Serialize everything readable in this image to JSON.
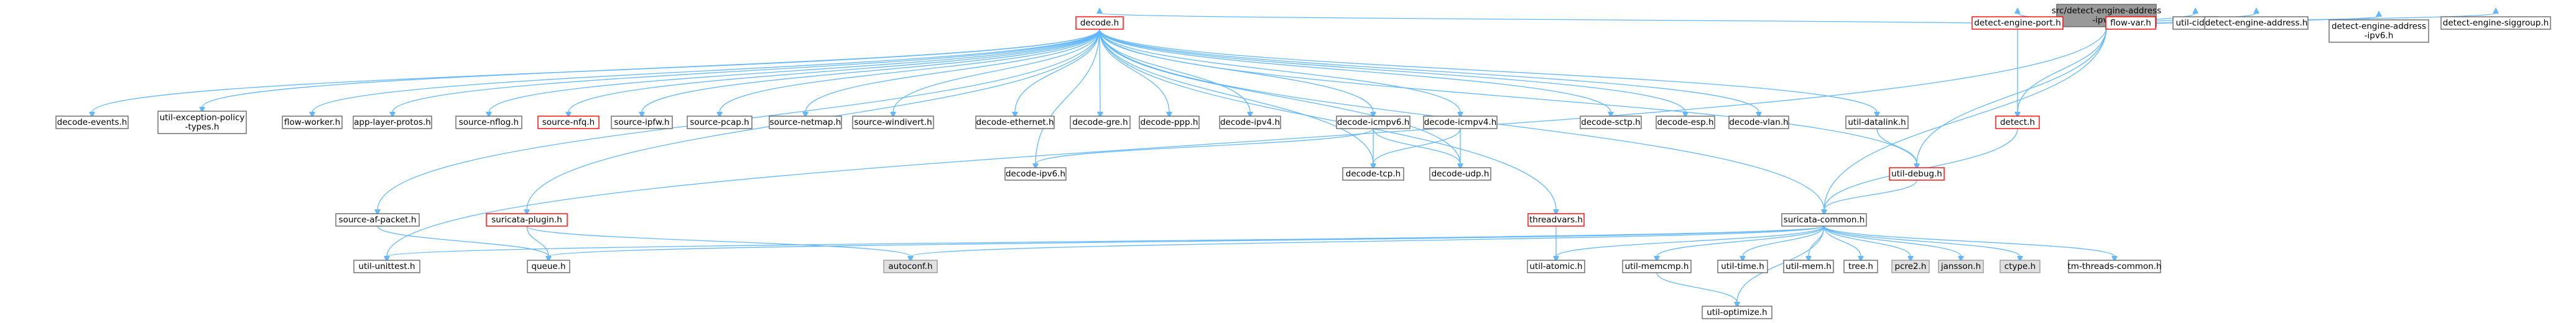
{
  "colors": {
    "edge": "#63b8ff",
    "root_fill": "#999999",
    "root_border": "#666666",
    "normal_fill": "#ffffff",
    "normal_border": "#666666",
    "red_border": "#ff0000",
    "system_fill": "#e0e0e0",
    "system_border": "#999999"
  },
  "nodes": [
    {
      "id": "root",
      "lines": [
        "src/detect-engine-address",
        "-ipv6.c"
      ],
      "style": "root"
    },
    {
      "id": "decode",
      "lines": [
        "decode.h"
      ],
      "style": "red"
    },
    {
      "id": "det_port",
      "lines": [
        "detect-engine-port.h"
      ],
      "style": "red"
    },
    {
      "id": "flowvar",
      "lines": [
        "flow-var.h"
      ],
      "style": "red"
    },
    {
      "id": "utilcidr",
      "lines": [
        "util-cidr.h"
      ],
      "style": "normal"
    },
    {
      "id": "det_addr",
      "lines": [
        "detect-engine-address.h"
      ],
      "style": "normal"
    },
    {
      "id": "det_addr6",
      "lines": [
        "detect-engine-address",
        "-ipv6.h"
      ],
      "style": "normal"
    },
    {
      "id": "det_siggroup",
      "lines": [
        "detect-engine-siggroup.h"
      ],
      "style": "normal"
    },
    {
      "id": "decode_events",
      "lines": [
        "decode-events.h"
      ],
      "style": "normal"
    },
    {
      "id": "exc_policy",
      "lines": [
        "util-exception-policy",
        "-types.h"
      ],
      "style": "normal"
    },
    {
      "id": "flow_worker",
      "lines": [
        "flow-worker.h"
      ],
      "style": "normal"
    },
    {
      "id": "app_layer",
      "lines": [
        "app-layer-protos.h"
      ],
      "style": "normal"
    },
    {
      "id": "src_nflog",
      "lines": [
        "source-nflog.h"
      ],
      "style": "normal"
    },
    {
      "id": "src_nfq",
      "lines": [
        "source-nfq.h"
      ],
      "style": "red"
    },
    {
      "id": "src_ipfw",
      "lines": [
        "source-ipfw.h"
      ],
      "style": "normal"
    },
    {
      "id": "src_pcap",
      "lines": [
        "source-pcap.h"
      ],
      "style": "normal"
    },
    {
      "id": "src_netmap",
      "lines": [
        "source-netmap.h"
      ],
      "style": "normal"
    },
    {
      "id": "src_windivert",
      "lines": [
        "source-windivert.h"
      ],
      "style": "normal"
    },
    {
      "id": "dec_eth",
      "lines": [
        "decode-ethernet.h"
      ],
      "style": "normal"
    },
    {
      "id": "dec_gre",
      "lines": [
        "decode-gre.h"
      ],
      "style": "normal"
    },
    {
      "id": "dec_ppp",
      "lines": [
        "decode-ppp.h"
      ],
      "style": "normal"
    },
    {
      "id": "dec_ipv4",
      "lines": [
        "decode-ipv4.h"
      ],
      "style": "normal"
    },
    {
      "id": "dec_icmpv6",
      "lines": [
        "decode-icmpv6.h"
      ],
      "style": "normal"
    },
    {
      "id": "dec_icmpv4",
      "lines": [
        "decode-icmpv4.h"
      ],
      "style": "normal"
    },
    {
      "id": "dec_sctp",
      "lines": [
        "decode-sctp.h"
      ],
      "style": "normal"
    },
    {
      "id": "dec_esp",
      "lines": [
        "decode-esp.h"
      ],
      "style": "normal"
    },
    {
      "id": "dec_vlan",
      "lines": [
        "decode-vlan.h"
      ],
      "style": "normal"
    },
    {
      "id": "util_datalink",
      "lines": [
        "util-datalink.h"
      ],
      "style": "normal"
    },
    {
      "id": "detect_h",
      "lines": [
        "detect.h"
      ],
      "style": "red"
    },
    {
      "id": "util_debug",
      "lines": [
        "util-debug.h"
      ],
      "style": "red"
    },
    {
      "id": "dec_ipv6",
      "lines": [
        "decode-ipv6.h"
      ],
      "style": "normal"
    },
    {
      "id": "dec_tcp",
      "lines": [
        "decode-tcp.h"
      ],
      "style": "normal"
    },
    {
      "id": "dec_udp",
      "lines": [
        "decode-udp.h"
      ],
      "style": "normal"
    },
    {
      "id": "src_afpacket",
      "lines": [
        "source-af-packet.h"
      ],
      "style": "normal"
    },
    {
      "id": "suri_plugin",
      "lines": [
        "suricata-plugin.h"
      ],
      "style": "red"
    },
    {
      "id": "threadvars",
      "lines": [
        "threadvars.h"
      ],
      "style": "red"
    },
    {
      "id": "suri_common",
      "lines": [
        "suricata-common.h"
      ],
      "style": "normal"
    },
    {
      "id": "util_unittest",
      "lines": [
        "util-unittest.h"
      ],
      "style": "normal"
    },
    {
      "id": "queue",
      "lines": [
        "queue.h"
      ],
      "style": "normal"
    },
    {
      "id": "autoconf",
      "lines": [
        "autoconf.h"
      ],
      "style": "system"
    },
    {
      "id": "util_atomic",
      "lines": [
        "util-atomic.h"
      ],
      "style": "normal"
    },
    {
      "id": "util_memcmp",
      "lines": [
        "util-memcmp.h"
      ],
      "style": "normal"
    },
    {
      "id": "util_time",
      "lines": [
        "util-time.h"
      ],
      "style": "normal"
    },
    {
      "id": "util_mem",
      "lines": [
        "util-mem.h"
      ],
      "style": "normal"
    },
    {
      "id": "tree",
      "lines": [
        "tree.h"
      ],
      "style": "normal"
    },
    {
      "id": "pcre2",
      "lines": [
        "pcre2.h"
      ],
      "style": "system"
    },
    {
      "id": "jansson",
      "lines": [
        "jansson.h"
      ],
      "style": "system"
    },
    {
      "id": "ctype",
      "lines": [
        "ctype.h"
      ],
      "style": "system"
    },
    {
      "id": "tm_threads",
      "lines": [
        "tm-threads-common.h"
      ],
      "style": "normal"
    },
    {
      "id": "util_optimize",
      "lines": [
        "util-optimize.h"
      ],
      "style": "normal"
    }
  ],
  "edges": [
    [
      "root",
      "decode"
    ],
    [
      "root",
      "det_port"
    ],
    [
      "root",
      "flowvar"
    ],
    [
      "root",
      "utilcidr"
    ],
    [
      "root",
      "det_addr"
    ],
    [
      "root",
      "det_addr6"
    ],
    [
      "root",
      "det_siggroup"
    ],
    [
      "root",
      "detect_h"
    ],
    [
      "root",
      "util_debug"
    ],
    [
      "root",
      "suri_common"
    ],
    [
      "root",
      "util_unittest"
    ],
    [
      "det_port",
      "detect_h"
    ],
    [
      "detect_h",
      "suri_common"
    ],
    [
      "util_debug",
      "suri_common"
    ],
    [
      "decode",
      "decode_events"
    ],
    [
      "decode",
      "exc_policy"
    ],
    [
      "decode",
      "flow_worker"
    ],
    [
      "decode",
      "app_layer"
    ],
    [
      "decode",
      "src_nflog"
    ],
    [
      "decode",
      "src_nfq"
    ],
    [
      "decode",
      "src_ipfw"
    ],
    [
      "decode",
      "src_pcap"
    ],
    [
      "decode",
      "src_netmap"
    ],
    [
      "decode",
      "src_windivert"
    ],
    [
      "decode",
      "dec_eth"
    ],
    [
      "decode",
      "dec_gre"
    ],
    [
      "decode",
      "dec_ppp"
    ],
    [
      "decode",
      "dec_ipv4"
    ],
    [
      "decode",
      "dec_icmpv6"
    ],
    [
      "decode",
      "dec_icmpv4"
    ],
    [
      "decode",
      "dec_sctp"
    ],
    [
      "decode",
      "dec_esp"
    ],
    [
      "decode",
      "dec_vlan"
    ],
    [
      "decode",
      "util_datalink"
    ],
    [
      "decode",
      "util_debug"
    ],
    [
      "decode",
      "dec_ipv6"
    ],
    [
      "decode",
      "dec_tcp"
    ],
    [
      "decode",
      "dec_udp"
    ],
    [
      "decode",
      "src_afpacket"
    ],
    [
      "decode",
      "suri_plugin"
    ],
    [
      "decode",
      "threadvars"
    ],
    [
      "decode",
      "suri_common"
    ],
    [
      "dec_icmpv6",
      "dec_ipv6"
    ],
    [
      "dec_icmpv6",
      "dec_tcp"
    ],
    [
      "dec_icmpv6",
      "dec_udp"
    ],
    [
      "dec_icmpv4",
      "dec_tcp"
    ],
    [
      "dec_icmpv4",
      "dec_udp"
    ],
    [
      "util_datalink",
      "util_debug"
    ],
    [
      "src_afpacket",
      "queue"
    ],
    [
      "suri_plugin",
      "queue"
    ],
    [
      "suri_plugin",
      "autoconf"
    ],
    [
      "threadvars",
      "util_atomic"
    ],
    [
      "suri_common",
      "util_unittest"
    ],
    [
      "suri_common",
      "queue"
    ],
    [
      "suri_common",
      "autoconf"
    ],
    [
      "suri_common",
      "util_atomic"
    ],
    [
      "suri_common",
      "util_memcmp"
    ],
    [
      "suri_common",
      "util_time"
    ],
    [
      "suri_common",
      "util_mem"
    ],
    [
      "suri_common",
      "tree"
    ],
    [
      "suri_common",
      "pcre2"
    ],
    [
      "suri_common",
      "jansson"
    ],
    [
      "suri_common",
      "ctype"
    ],
    [
      "suri_common",
      "tm_threads"
    ],
    [
      "suri_common",
      "util_optimize"
    ],
    [
      "util_memcmp",
      "util_optimize"
    ]
  ]
}
